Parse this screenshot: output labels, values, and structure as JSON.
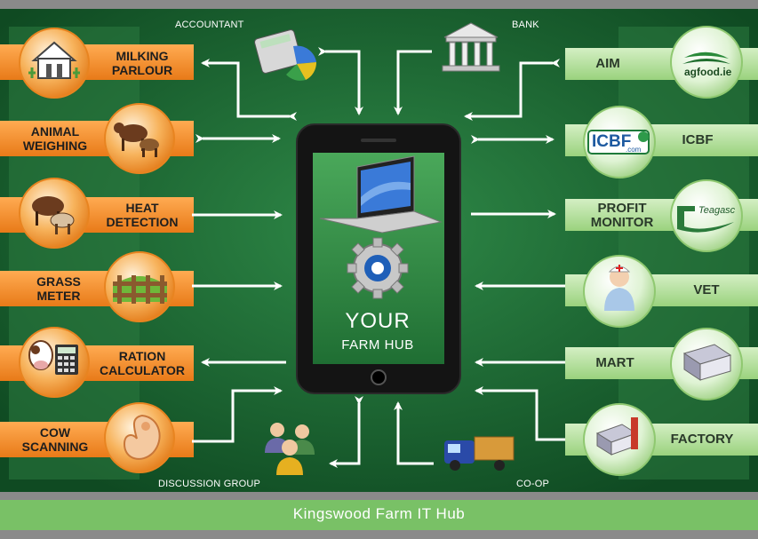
{
  "left_nodes": [
    {
      "lines": [
        "MILKING",
        "PARLOUR"
      ],
      "icon": "milking-parlour-icon"
    },
    {
      "lines": [
        "ANIMAL",
        "WEIGHING"
      ],
      "icon": "cows-icon"
    },
    {
      "lines": [
        "HEAT",
        "DETECTION"
      ],
      "icon": "bull-cow-icon"
    },
    {
      "lines": [
        "GRASS",
        "METER"
      ],
      "icon": "fenced-grass-icon"
    },
    {
      "lines": [
        "RATION",
        "CALCULATOR"
      ],
      "icon": "cow-calculator-icon"
    },
    {
      "lines": [
        "COW",
        "SCANNING"
      ],
      "icon": "calf-scan-icon"
    }
  ],
  "right_nodes": [
    {
      "lines": [
        "AIM"
      ],
      "icon": "agfood-logo"
    },
    {
      "lines": [
        "ICBF"
      ],
      "icon": "icbf-logo"
    },
    {
      "lines": [
        "PROFIT",
        "MONITOR"
      ],
      "icon": "teagasc-logo"
    },
    {
      "lines": [
        "VET"
      ],
      "icon": "vet-icon"
    },
    {
      "lines": [
        "MART"
      ],
      "icon": "mart-building-icon"
    },
    {
      "lines": [
        "FACTORY"
      ],
      "icon": "factory-icon"
    }
  ],
  "top_nodes": [
    {
      "label": "ACCOUNTANT",
      "icon": "calculator-chart-icon"
    },
    {
      "label": "BANK",
      "icon": "bank-icon"
    }
  ],
  "bottom_nodes": [
    {
      "label": "DISCUSSION GROUP",
      "icon": "people-group-icon"
    },
    {
      "label": "CO-OP",
      "icon": "delivery-truck-icon"
    }
  ],
  "logos": {
    "agfood": "agfood.ie",
    "icbf": "ICBF",
    "icbf_suffix": ".com",
    "teagasc": "Teagasc"
  },
  "hub": {
    "title": "YOUR",
    "subtitle": "FARM HUB",
    "icons": [
      "laptop-icon",
      "gear-icon"
    ]
  },
  "footer": {
    "text": "Kingswood Farm IT Hub"
  },
  "colors": {
    "background": "#1f6b35",
    "left_band": "#f08a28",
    "right_band": "#a7d98c",
    "footer": "#79c166",
    "arrow": "#ffffff"
  }
}
